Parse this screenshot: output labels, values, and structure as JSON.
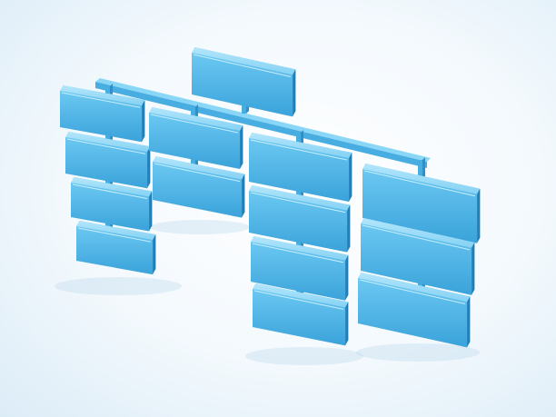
{
  "diagram": {
    "type": "org-chart-3d",
    "label": "",
    "colors": {
      "background": "#f3f9fd",
      "box_front": "#4fb4e6",
      "box_top": "#8fd6f7",
      "box_side": "#2a86bd",
      "connector": "#48ade0"
    },
    "root": {
      "name": "root-box",
      "children_count": 4
    },
    "columns": [
      {
        "name": "column-1",
        "boxes": 4
      },
      {
        "name": "column-2",
        "boxes": 2
      },
      {
        "name": "column-3",
        "boxes": 4
      },
      {
        "name": "column-4",
        "boxes": 3
      }
    ],
    "total_boxes": 14
  }
}
